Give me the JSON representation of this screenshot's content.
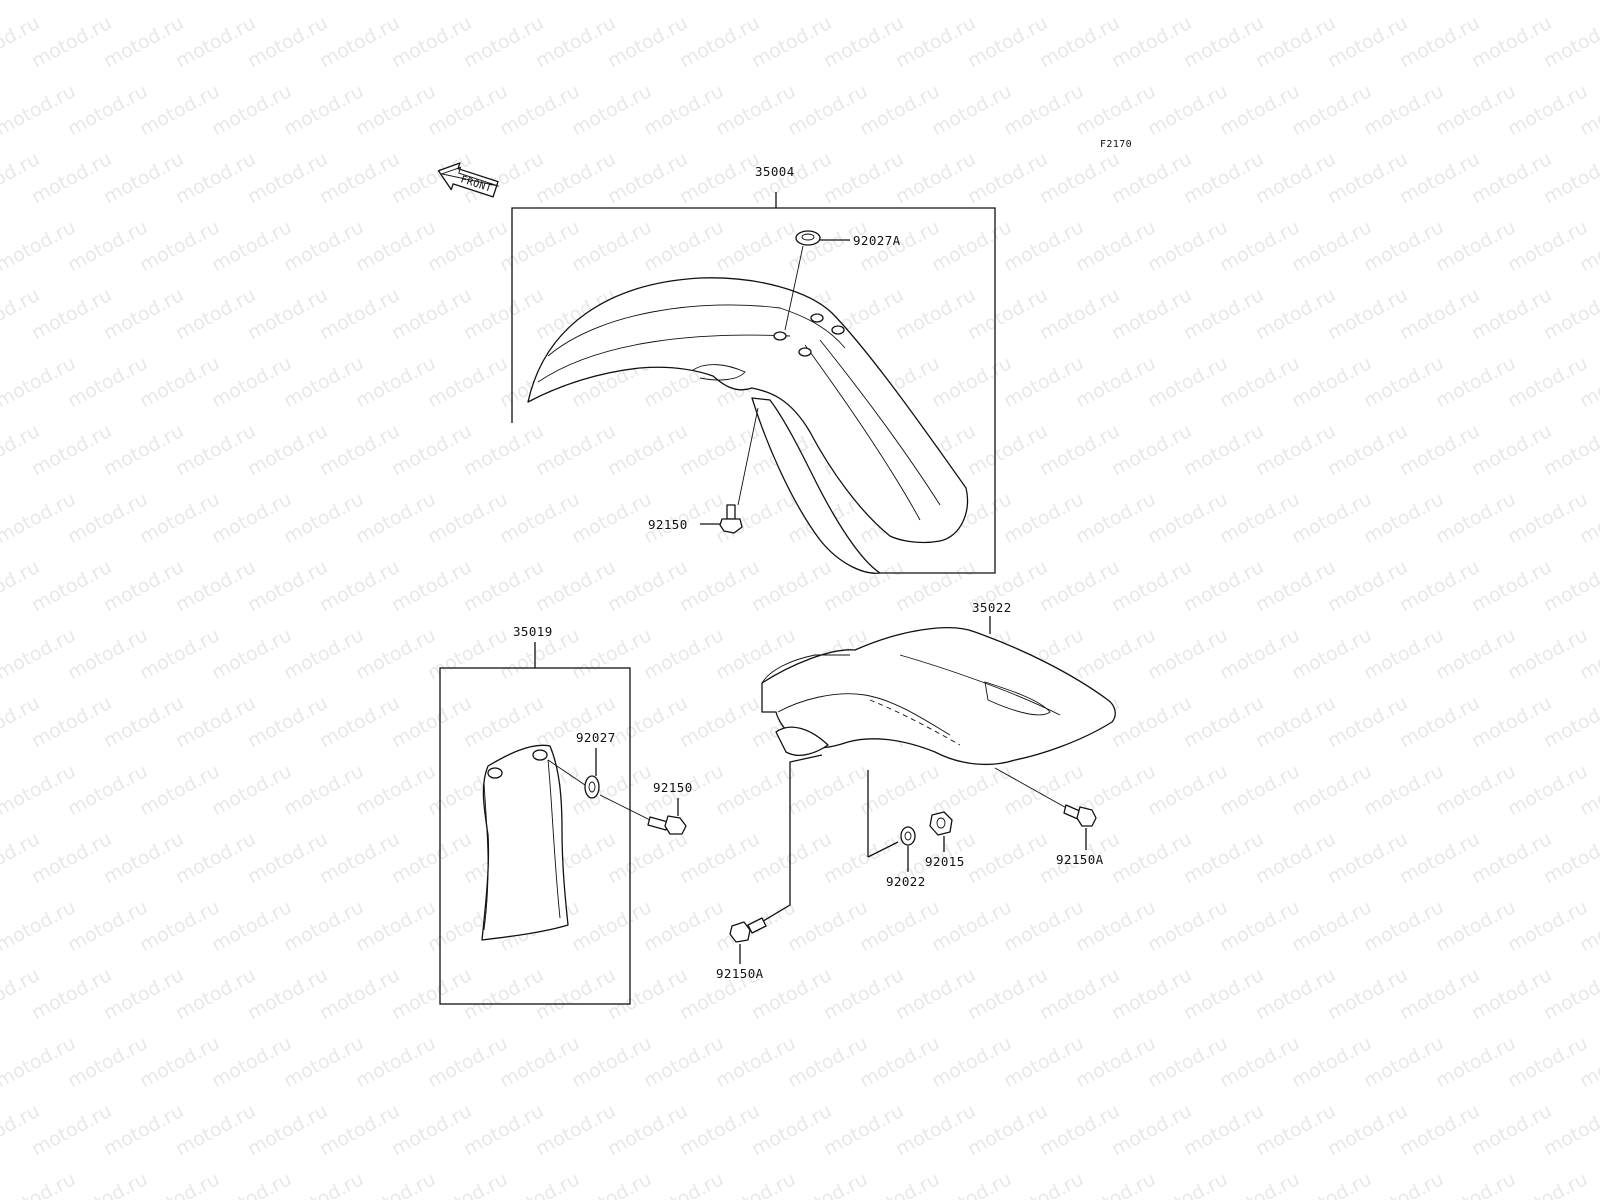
{
  "diagram_code": "F2170",
  "front_arrow_label": "FRONT",
  "watermark": "motod.ru",
  "parts": {
    "front_fender": "35004",
    "front_fender_grommet": "92027A",
    "front_fender_bolt": "92150",
    "fork_guard": "35019",
    "fork_guard_grommet": "92027",
    "fork_guard_bolt": "92150",
    "rear_fender": "35022",
    "rear_washer": "92022",
    "rear_nut": "92015",
    "rear_bolt_right": "92150A",
    "rear_bolt_left": "92150A"
  }
}
